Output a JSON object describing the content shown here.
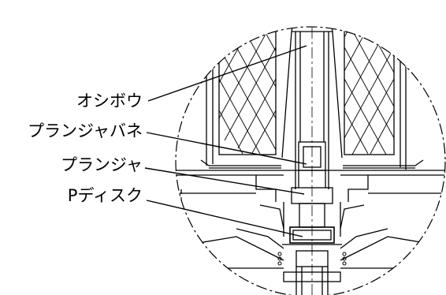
{
  "labels": {
    "push_rod": "オシボウ",
    "plunger_spring": "プランジャバネ",
    "plunger": "プランジャ",
    "p_disk": "Pディスク"
  }
}
